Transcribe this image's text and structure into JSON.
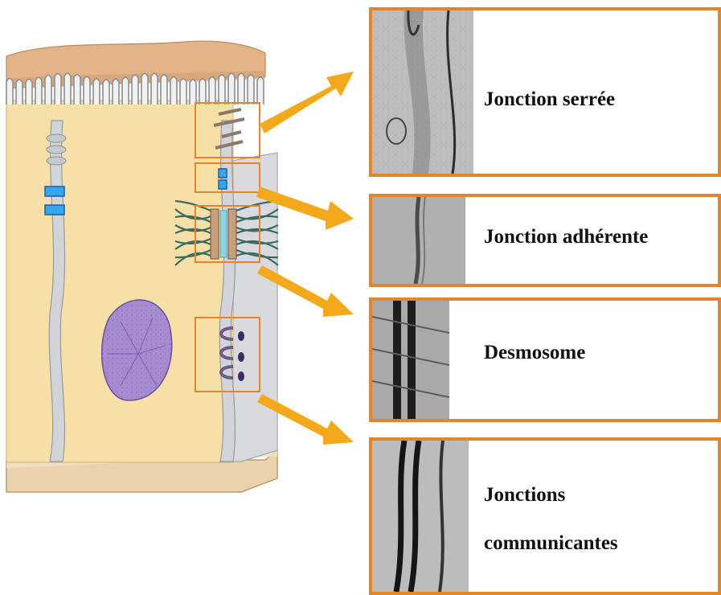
{
  "colors": {
    "accent": "#e3862b",
    "arrow": "#f4a81c",
    "cytoplasm": "#f7e0a8",
    "membrane": "#c9ccd0",
    "nucleus": "#a78bd1",
    "basal_lamina": "#e9d2ac",
    "marker": "#33a7ee"
  },
  "panels": [
    {
      "id": "tight",
      "icon": "electron-micrograph-tight-junction",
      "label_lines": [
        "Jonction serrée"
      ]
    },
    {
      "id": "adherens",
      "icon": "electron-micrograph-adherens-junction",
      "label_lines": [
        "Jonction adhérente"
      ]
    },
    {
      "id": "desmosome",
      "icon": "electron-micrograph-desmosome",
      "label_lines": [
        "Desmosome"
      ]
    },
    {
      "id": "gap",
      "icon": "electron-micrograph-gap-junction",
      "label_lines": [
        "Jonctions",
        "communicantes"
      ]
    }
  ]
}
